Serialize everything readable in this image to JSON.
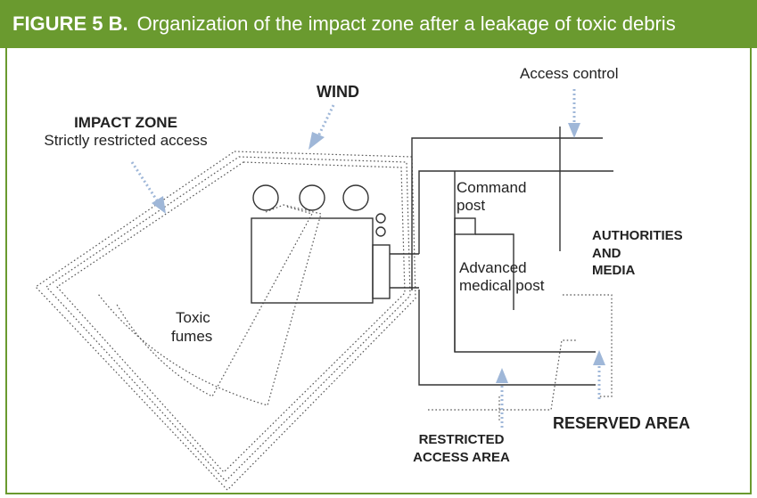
{
  "header": {
    "figure_label": "FIGURE 5 B.",
    "title": "Organization of the impact zone after a leakage of toxic debris"
  },
  "labels": {
    "wind": "WIND",
    "impact_zone": "IMPACT ZONE",
    "impact_zone_sub": "Strictly restricted access",
    "access_control": "Access control",
    "command_post_1": "Command",
    "command_post_2": "post",
    "advanced_medical_1": "Advanced",
    "advanced_medical_2": "medical post",
    "toxic_fumes_1": "Toxic",
    "toxic_fumes_2": "fumes",
    "authorities_1": "AUTHORITIES",
    "authorities_2": "AND",
    "authorities_3": "MEDIA",
    "reserved_area": "RESERVED AREA",
    "restricted_access_1": "RESTRICTED",
    "restricted_access_2": "ACCESS AREA"
  },
  "colors": {
    "header_background": "#6a9a2f",
    "header_text": "#ffffff",
    "arrow": "#9fb7d8"
  }
}
